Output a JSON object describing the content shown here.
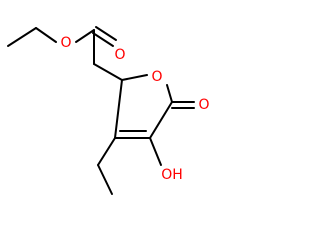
{
  "molecule": {
    "atoms": {
      "ester_oxygen": "O",
      "carbonyl_oxygen": "O",
      "ring_oxygen": "O",
      "lactone_carbonyl_oxygen": "O",
      "hydroxyl": "OH"
    },
    "colors": {
      "bond": "#000000",
      "oxygen": "#ff0000",
      "background": "#ffffff"
    }
  }
}
